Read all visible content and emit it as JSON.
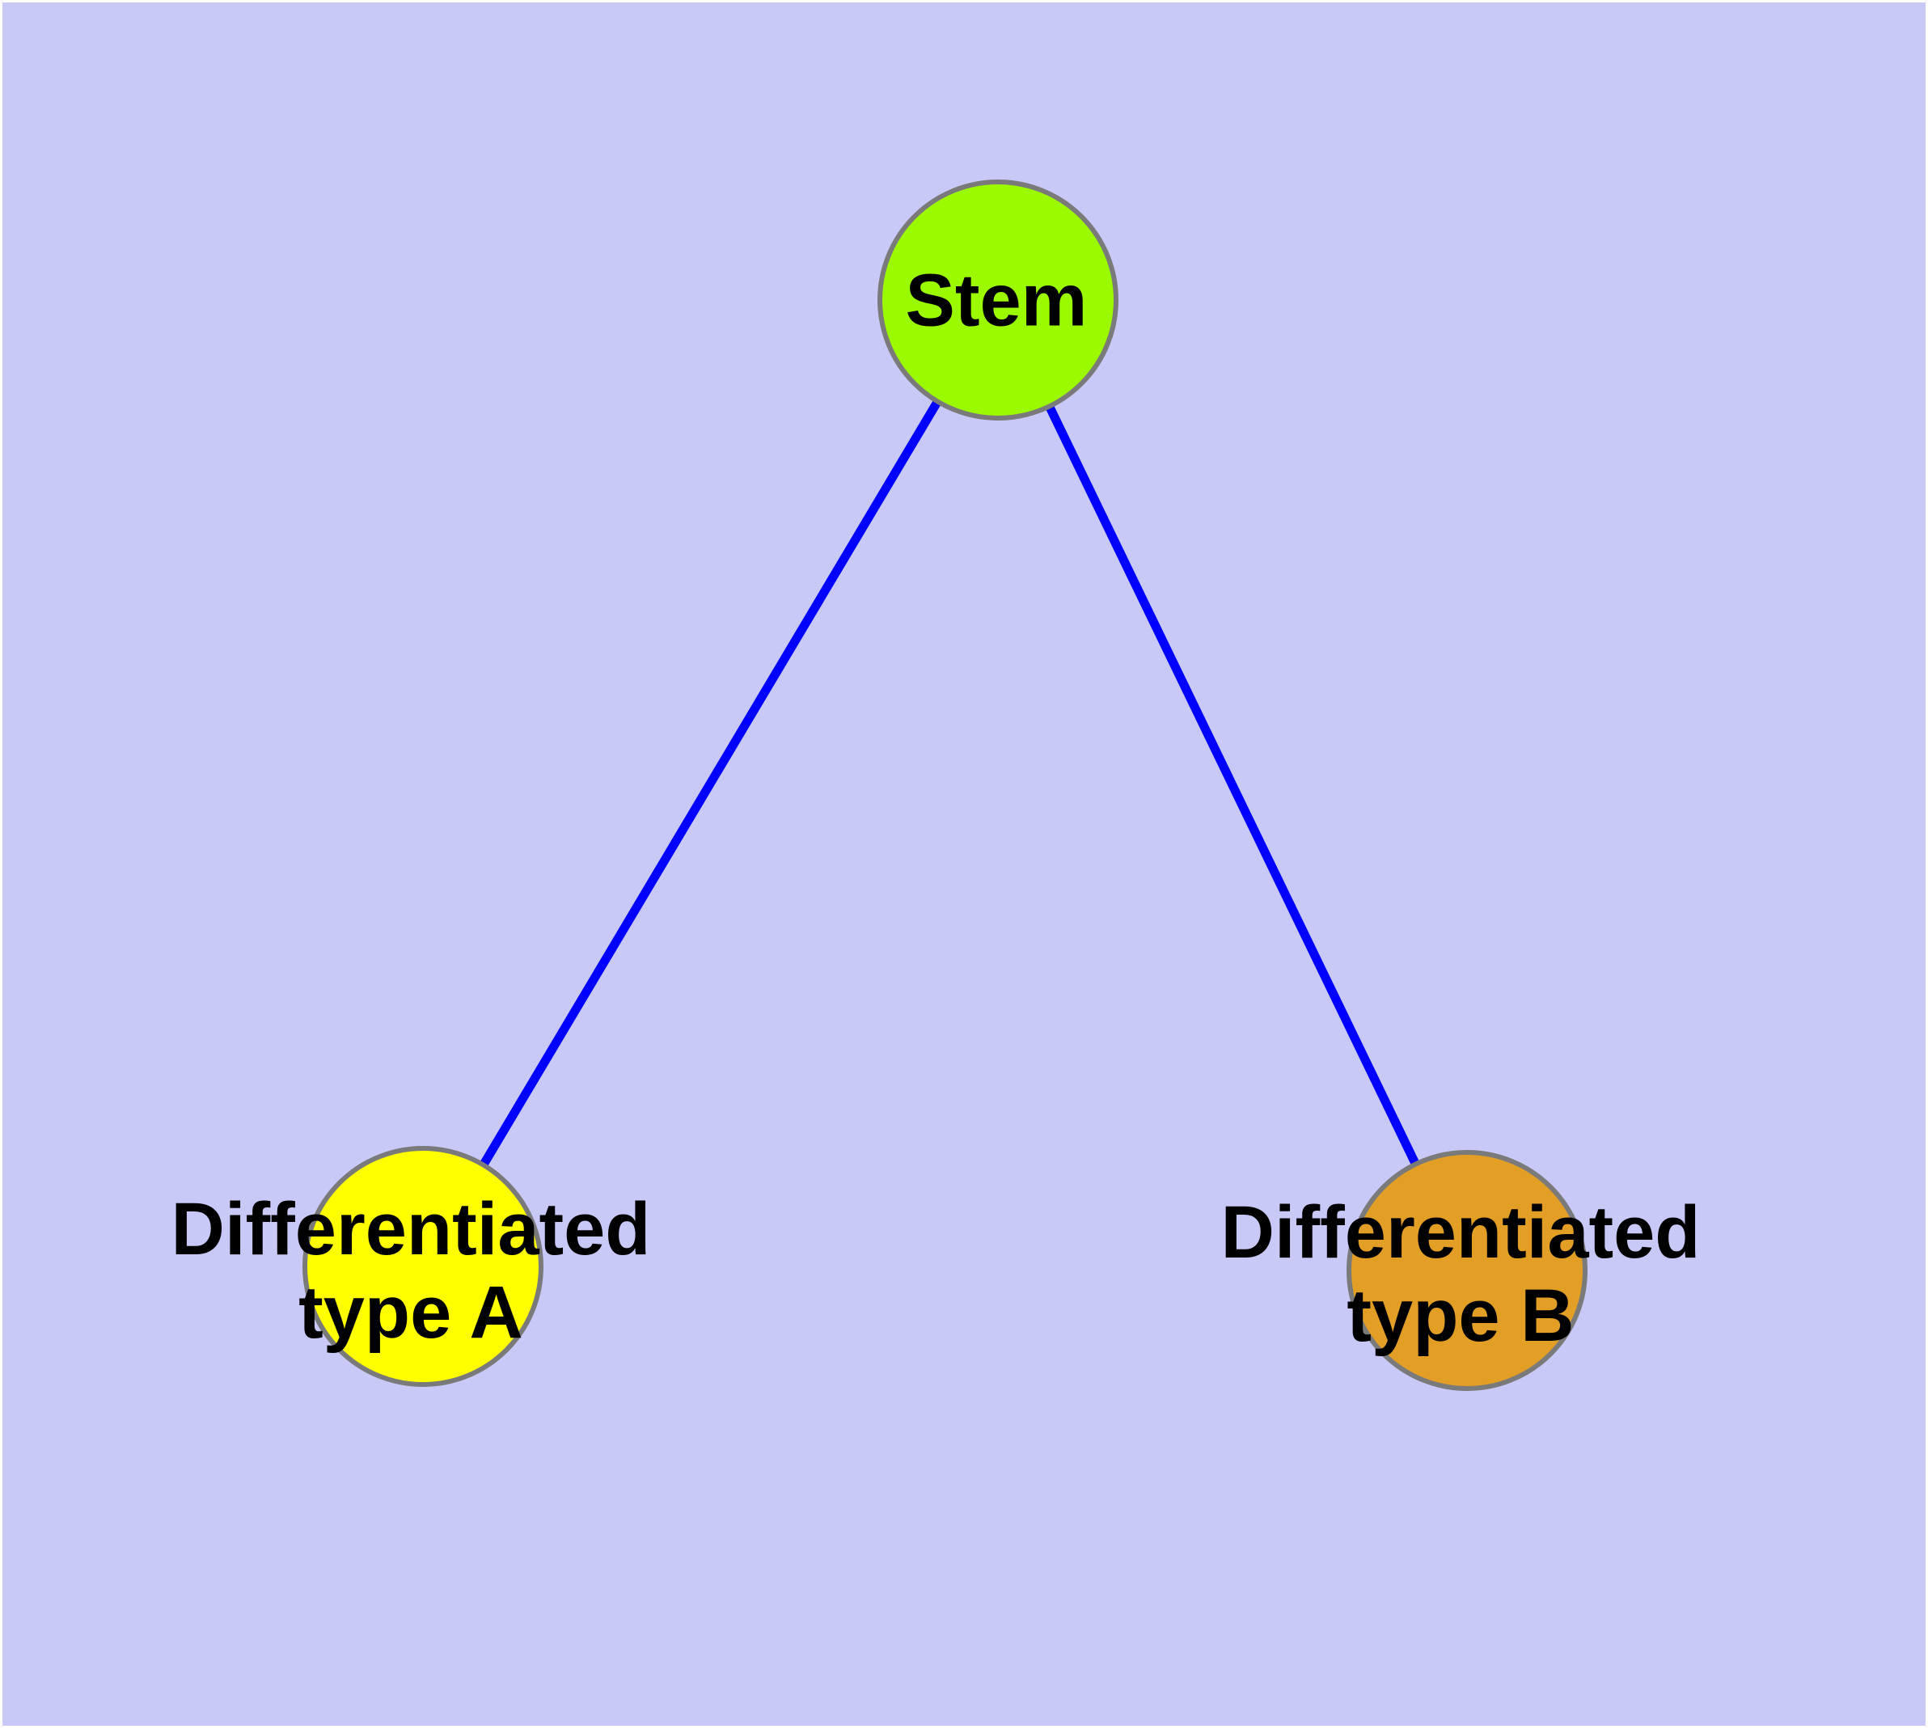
{
  "diagram": {
    "description": "Stem cell differentiation graph: one stem node with two differentiated daughter cell types",
    "background_color": "#C9C9F8",
    "margin_color": "#FFFFFF",
    "edge_color": "#0000FF",
    "node_border_color": "#7A7A7A",
    "label_color": "#000000",
    "nodes": [
      {
        "id": "stem",
        "label": "Stem",
        "color": "#9CFA00"
      },
      {
        "id": "type-a",
        "label": "Differentiated\ntype A",
        "color": "#FFFF00"
      },
      {
        "id": "type-b",
        "label": "Differentiated\ntype B",
        "color": "#E39E26"
      }
    ],
    "edges": [
      {
        "from": "Stem",
        "to": "Differentiated type A"
      },
      {
        "from": "Stem",
        "to": "Differentiated type B"
      }
    ]
  }
}
